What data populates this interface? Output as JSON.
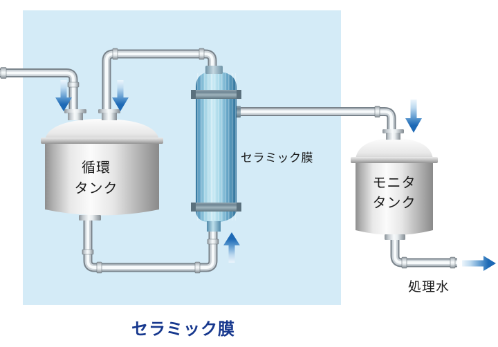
{
  "figure": {
    "caption": "セラミック膜"
  },
  "components": {
    "circulation_tank": {
      "label_line1": "循環",
      "label_line2": "タンク"
    },
    "ceramic_membrane_column": {
      "label": "セラミック膜"
    },
    "monitor_tank": {
      "label_line1": "モニタ",
      "label_line2": "タンク"
    },
    "treated_water": {
      "label": "処理水"
    }
  },
  "icons": {
    "flow_arrow_down": "↓",
    "flow_arrow_up": "↑",
    "flow_arrow_right": "→"
  },
  "colors": {
    "panel_background": "#d4ebf7",
    "caption_text": "#17388e",
    "label_text": "#1a1a1a",
    "flow_arrow_blue": "#1d69b5",
    "membrane_blue_dark": "#2e6f97",
    "membrane_blue_light": "#cdebf5",
    "membrane_band_gray": "#6d8492",
    "pipe_shadow": "#79838b",
    "pipe_highlight": "#f7fafb",
    "tank_metal_dark": "#8d8d8d",
    "tank_metal_light": "#fbfbfb"
  }
}
